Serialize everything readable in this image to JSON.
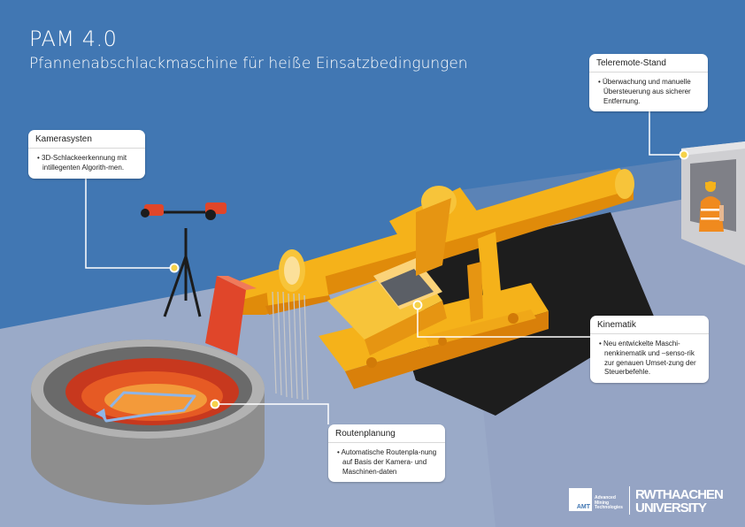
{
  "header": {
    "title": "PAM 4.0",
    "subtitle": "Pfannenabschlackmaschine für heiße Einsatzbedingungen"
  },
  "callouts": {
    "kamera": {
      "title": "Kamerasysten",
      "text": "• 3D-Schlackeerkennung mit intillegenten Algorith-men."
    },
    "teleremote": {
      "title": "Teleremote-Stand",
      "text": "• Überwachung und manuelle Übersteuerung aus sicherer Entfernung."
    },
    "kinematik": {
      "title": "Kinematik",
      "text": "• Neu entwickelte Maschi-nenkinematik und –senso-rik zur genauen Umset-zung der Steuerbefehle."
    },
    "routen": {
      "title": "Routenplanung",
      "text": "• Automatische Routenpla-nung auf Basis der Kamera- und Maschinen-daten"
    }
  },
  "logos": {
    "amt_box": "AMT",
    "amt_line1": "Advanced",
    "amt_line2": "Mining",
    "amt_line3": "Technologies",
    "rwth_line1": "RWTHAACHEN",
    "rwth_line2": "UNIVERSITY"
  },
  "colors": {
    "background": "#4177b3",
    "floor": "#9aaac8",
    "machine_yellow": "#f5b21a",
    "machine_orange": "#e89812",
    "ladle_grey": "#8e8e8e",
    "slag_red": "#e0462a",
    "callout_line": "#ffffff"
  }
}
